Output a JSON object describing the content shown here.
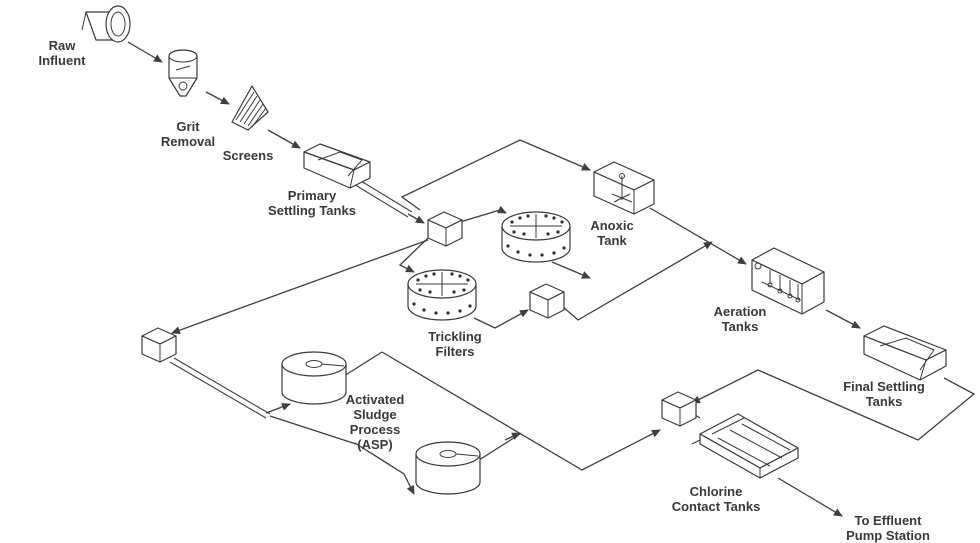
{
  "colors": {
    "line": "#3f3f3f",
    "equipment_stroke": "#3a3a3a",
    "label": "#3a3a3a",
    "background": "#ffffff"
  },
  "labels": {
    "raw_influent": "Raw\nInfluent",
    "grit_removal": "Grit\nRemoval",
    "screens": "Screens",
    "primary_settling": "Primary\nSettling Tanks",
    "anoxic_tank": "Anoxic\nTank",
    "trickling_filters": "Trickling\nFilters",
    "aeration_tanks": "Aeration\nTanks",
    "final_settling": "Final Settling\nTanks",
    "asp": "Activated\nSludge\nProcess\n(ASP)",
    "chlorine_contact": "Chlorine\nContact Tanks",
    "effluent": "To Effluent\nPump Station"
  },
  "icons": [
    "inlet-pipe-icon",
    "grit-chamber-icon",
    "bar-screen-icon",
    "settling-tank-icon",
    "splitter-box-icon",
    "trickling-filter-icon",
    "mixer-tank-icon",
    "aerator-tank-icon",
    "clarifier-icon",
    "contact-tank-icon",
    "arrow-icon"
  ]
}
